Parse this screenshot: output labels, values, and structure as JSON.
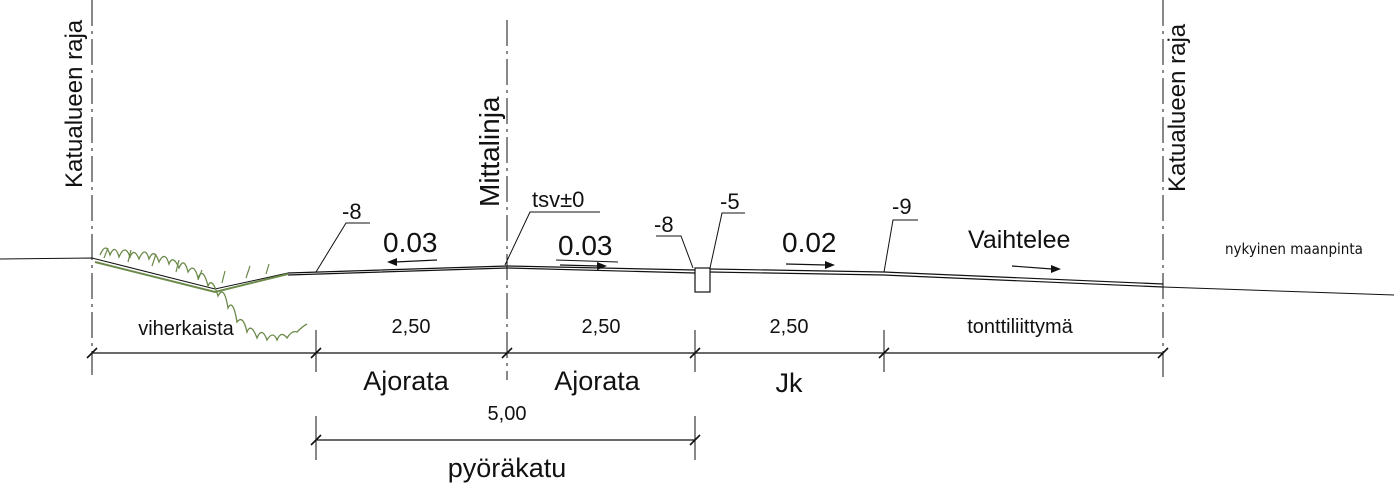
{
  "boundary_left": "Katualueen raja",
  "boundary_right": "Katualueen raja",
  "centerline": "Mittalinja",
  "existing_ground": "nykyinen maanpinta",
  "surface_label": "tsv±0",
  "heights": {
    "left_edge": "-8",
    "curb_left": "-8",
    "curb_right": "-5",
    "right_edge": "-9"
  },
  "slopes": {
    "lane_left": "0.03",
    "lane_right": "0.03",
    "walkway": "0.02",
    "plot": "Vaihtelee"
  },
  "widths": {
    "green": "viherkaista",
    "lane_left": "2,50",
    "lane_right": "2,50",
    "walkway": "2,50",
    "plot": "tonttiliittymä",
    "total": "5,00"
  },
  "names": {
    "lane_left": "Ajorata",
    "lane_right": "Ajorata",
    "walkway": "Jk",
    "total": "pyöräkatu"
  },
  "colors": {
    "line": "#111111",
    "vegetation": "#6b8a4a"
  }
}
